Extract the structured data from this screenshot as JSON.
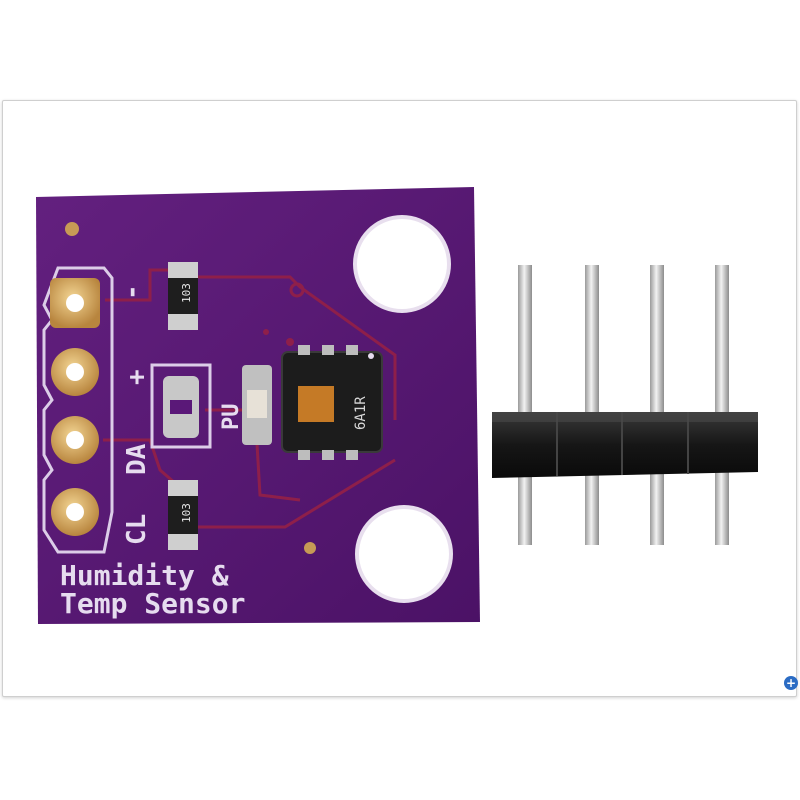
{
  "board": {
    "title_line1": "Humidity &",
    "title_line2": "Temp Sensor",
    "pin_labels": {
      "minus": "-",
      "plus": "+",
      "data": "DA",
      "clock": "CL"
    },
    "component_labels": {
      "resistor_top": "103",
      "resistor_bottom": "103",
      "pu": "PU",
      "chip": "6A1R"
    }
  },
  "colors": {
    "pcb": "#5a1878",
    "trace": "#8e1f4a",
    "pad_gold": "#d9a85a",
    "header_plastic": "#1c1c1c",
    "pin_metal": "#c9c9c9"
  },
  "ui": {
    "zoom_label": "+"
  }
}
